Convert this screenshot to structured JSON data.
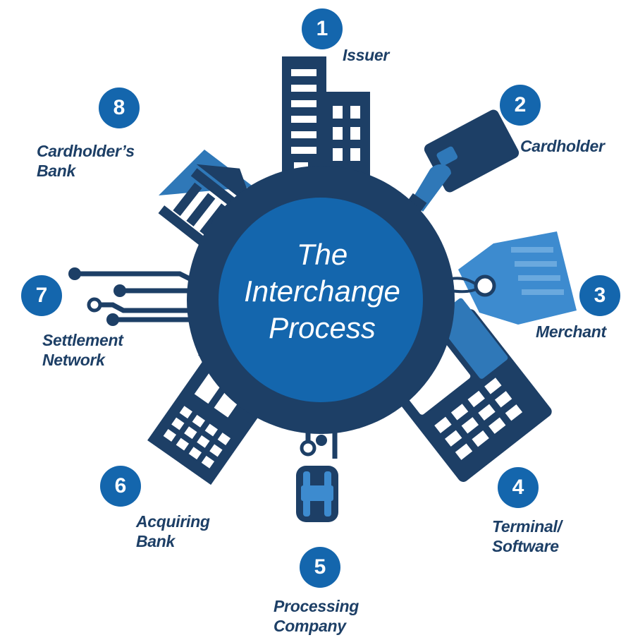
{
  "title_lines": [
    "The",
    "Interchange",
    "Process"
  ],
  "steps": [
    {
      "number": "1",
      "label_lines": [
        "Issuer"
      ],
      "icon": "office-building-icon"
    },
    {
      "number": "2",
      "label_lines": [
        "Cardholder"
      ],
      "icon": "hand-holding-card-icon"
    },
    {
      "number": "3",
      "label_lines": [
        "Merchant"
      ],
      "icon": "price-tag-icon"
    },
    {
      "number": "4",
      "label_lines": [
        "Terminal/",
        "Software"
      ],
      "icon": "payment-terminal-icon"
    },
    {
      "number": "5",
      "label_lines": [
        "Processing",
        "Company"
      ],
      "icon": "chip-icon"
    },
    {
      "number": "6",
      "label_lines": [
        "Acquiring",
        "Bank"
      ],
      "icon": "acquiring-bank-building-icon"
    },
    {
      "number": "7",
      "label_lines": [
        "Settlement",
        "Network"
      ],
      "icon": "network-lines-icon"
    },
    {
      "number": "8",
      "label_lines": [
        "Cardholder’s",
        "Bank"
      ],
      "icon": "bank-columns-icon"
    }
  ],
  "colors": {
    "dark_navy": "#1d3f66",
    "accent_blue": "#1466ad",
    "mid_blue": "#2f78b8",
    "light_blue": "#3d8bcf"
  }
}
